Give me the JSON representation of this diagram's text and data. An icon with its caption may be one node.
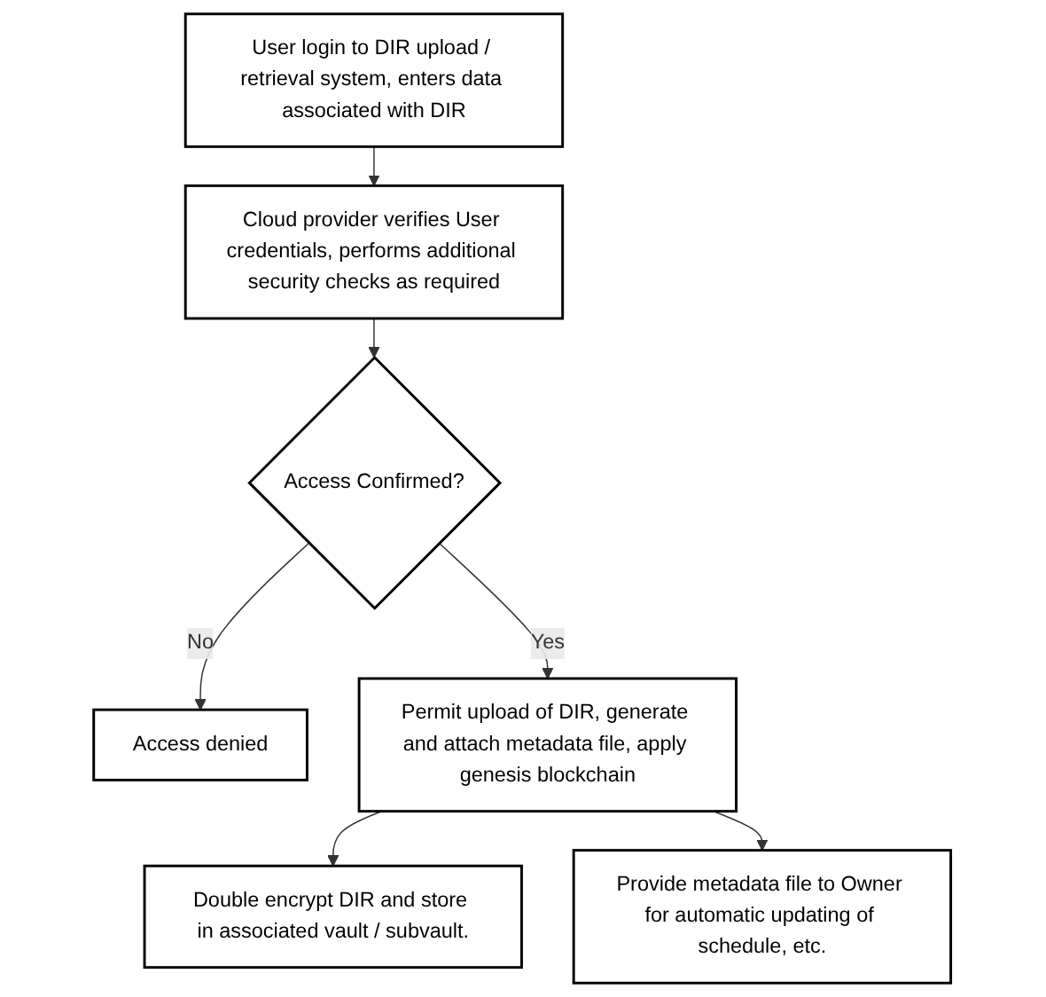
{
  "diagram": {
    "nodes": [
      {
        "text": [
          "User login to DIR upload / retrieval system, enters data associated with DIR"
        ]
      },
      {
        "text": [
          "Cloud provider verifies User credentials, performs additional security checks as required"
        ]
      },
      {
        "text": [
          "Access Confirmed?"
        ]
      },
      {
        "text": [
          "Access denied"
        ]
      },
      {
        "text": [
          "Permit upload of DIR, generate and attach metadata file, apply genesis blockchain"
        ]
      },
      {
        "text": [
          "Double encrypt DIR and store in associated vault / subvault."
        ]
      },
      {
        "text": [
          "Provide metadata file to Owner for automatic updating of schedule, etc."
        ]
      }
    ],
    "edges": [
      {
        "from": 0,
        "to": 1,
        "arrow": "to"
      },
      {
        "from": 1,
        "to": 2,
        "arrow": "to"
      },
      {
        "from": 2,
        "to": 3,
        "label": "No",
        "arrow": "to"
      },
      {
        "from": 2,
        "to": 4,
        "label": "Yes",
        "arrow": "to"
      },
      {
        "from": 4,
        "to": 5,
        "arrow": "to"
      },
      {
        "from": 4,
        "to": 6,
        "arrow": "to"
      }
    ]
  }
}
